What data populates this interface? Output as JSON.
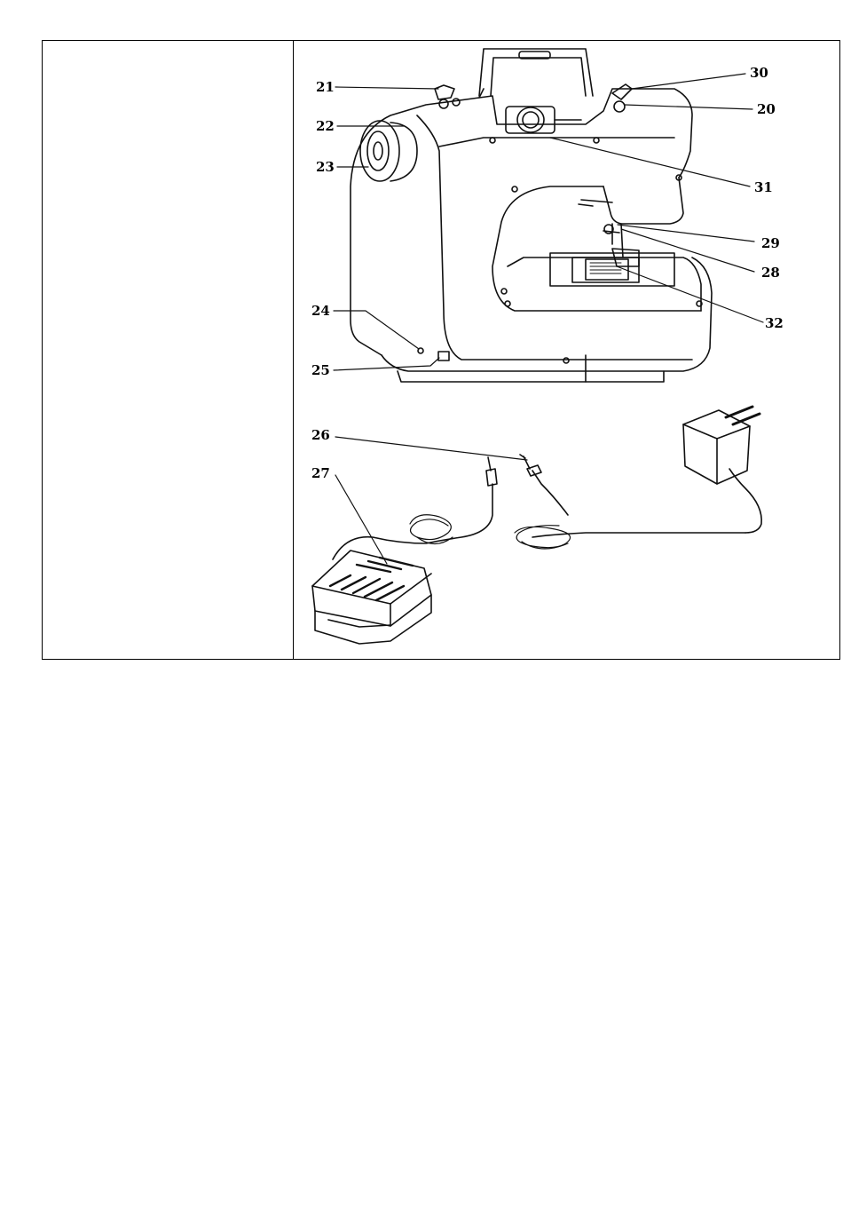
{
  "figure": {
    "callouts": [
      "21",
      "22",
      "23",
      "24",
      "25",
      "26",
      "27",
      "30",
      "20",
      "31",
      "29",
      "28",
      "32"
    ],
    "parts": {
      "machine": "sewing-machine-rear-view",
      "adapter": "power-adapter",
      "pedal": "foot-pedal"
    }
  }
}
